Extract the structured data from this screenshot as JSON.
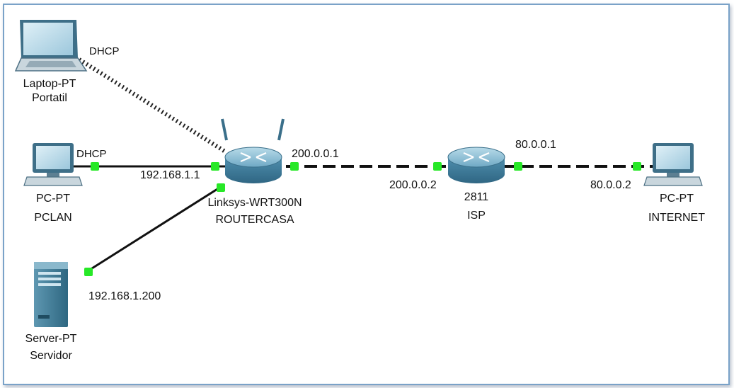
{
  "devices": {
    "laptop": {
      "model": "Laptop-PT",
      "name": "Portatil"
    },
    "pclan": {
      "model": "PC-PT",
      "name": "PCLAN"
    },
    "server": {
      "model": "Server-PT",
      "name": "Servidor"
    },
    "router_casa": {
      "model": "Linksys-WRT300N",
      "name": "ROUTERCASA"
    },
    "isp": {
      "model": "2811",
      "name": "ISP"
    },
    "internet": {
      "model": "PC-PT",
      "name": "INTERNET"
    }
  },
  "labels": {
    "laptop_addr": "DHCP",
    "pclan_addr": "DHCP",
    "router_lan_ip": "192.168.1.1",
    "router_wan_ip": "200.0.0.1",
    "isp_left_ip": "200.0.0.2",
    "isp_right_ip": "80.0.0.1",
    "internet_ip": "80.0.0.2",
    "server_ip": "192.168.1.200"
  },
  "colors": {
    "link": "#111111",
    "port": "#27e827",
    "router": "#4d93b3",
    "frame": "#7aa2c8"
  }
}
